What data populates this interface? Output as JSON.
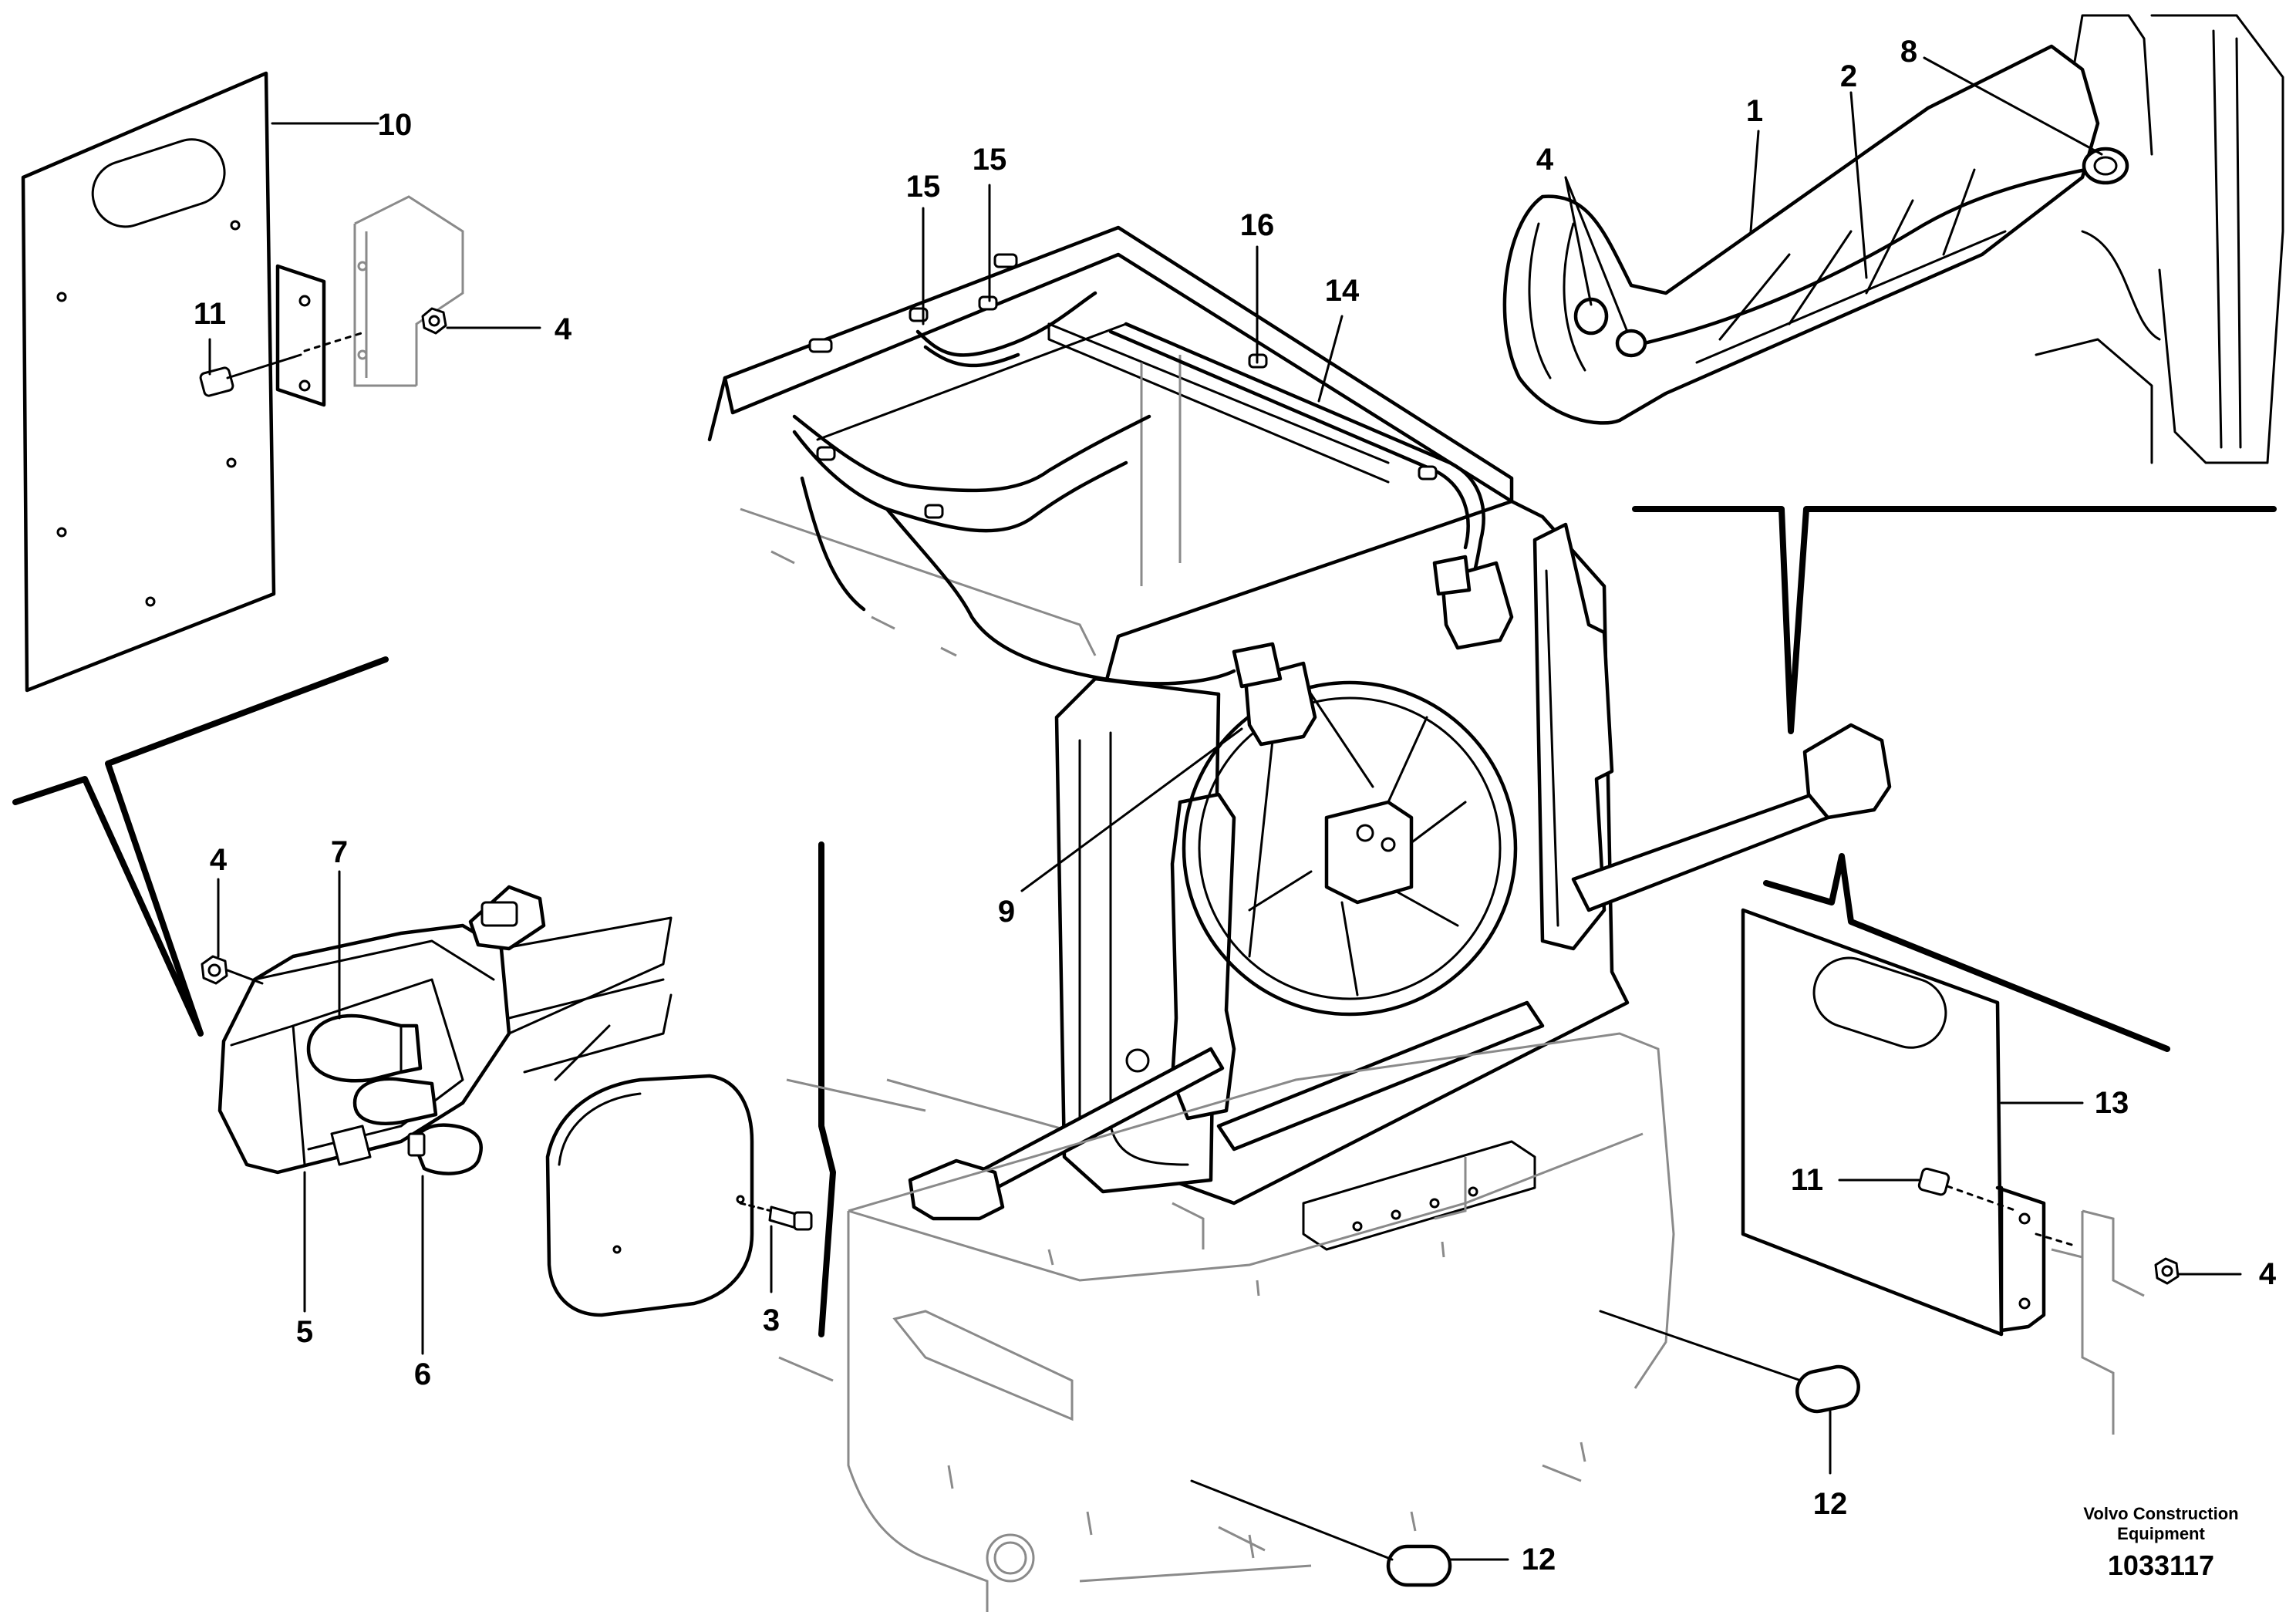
{
  "callouts": [
    {
      "id": "c10",
      "label": "10"
    },
    {
      "id": "c11a",
      "label": "11"
    },
    {
      "id": "c4a",
      "label": "4"
    },
    {
      "id": "c15a",
      "label": "15"
    },
    {
      "id": "c15b",
      "label": "15"
    },
    {
      "id": "c16",
      "label": "16"
    },
    {
      "id": "c14",
      "label": "14"
    },
    {
      "id": "c4b",
      "label": "4"
    },
    {
      "id": "c1",
      "label": "1"
    },
    {
      "id": "c2",
      "label": "2"
    },
    {
      "id": "c8",
      "label": "8"
    },
    {
      "id": "c4c",
      "label": "4"
    },
    {
      "id": "c7",
      "label": "7"
    },
    {
      "id": "c9",
      "label": "9"
    },
    {
      "id": "c5",
      "label": "5"
    },
    {
      "id": "c6",
      "label": "6"
    },
    {
      "id": "c3",
      "label": "3"
    },
    {
      "id": "c13",
      "label": "13"
    },
    {
      "id": "c11b",
      "label": "11"
    },
    {
      "id": "c4d",
      "label": "4"
    },
    {
      "id": "c12a",
      "label": "12"
    },
    {
      "id": "c12b",
      "label": "12"
    }
  ],
  "footer": {
    "brand_line1": "Volvo Construction",
    "brand_line2": "Equipment",
    "drawing_number": "1033117"
  }
}
